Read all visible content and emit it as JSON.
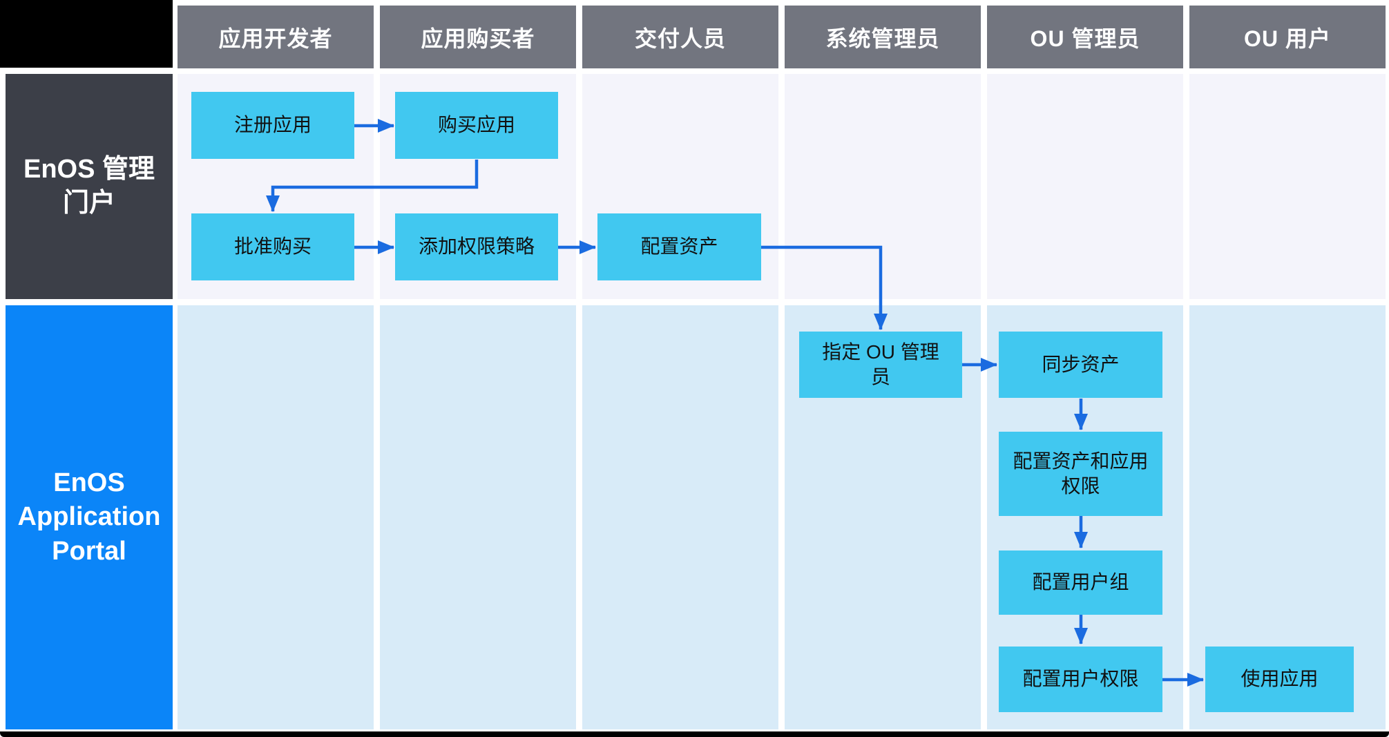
{
  "columns": [
    {
      "label": "应用开发者"
    },
    {
      "label": "应用购买者"
    },
    {
      "label": "交付人员"
    },
    {
      "label": "系统管理员"
    },
    {
      "label": "OU 管理员"
    },
    {
      "label": "OU 用户"
    }
  ],
  "rows": [
    {
      "label": "EnOS 管理\n门户"
    },
    {
      "label": "EnOS\nApplication\nPortal"
    }
  ],
  "nodes": [
    {
      "id": "register-app",
      "label": "注册应用"
    },
    {
      "id": "purchase-app",
      "label": "购买应用"
    },
    {
      "id": "approve-purchase",
      "label": "批准购买"
    },
    {
      "id": "add-permission-policy",
      "label": "添加权限策略"
    },
    {
      "id": "configure-assets",
      "label": "配置资产"
    },
    {
      "id": "assign-ou-admin",
      "label": "指定 OU 管理\n员"
    },
    {
      "id": "sync-assets",
      "label": "同步资产"
    },
    {
      "id": "configure-asset-app-permissions",
      "label": "配置资产和应用\n权限"
    },
    {
      "id": "configure-user-group",
      "label": "配置用户组"
    },
    {
      "id": "configure-user-permissions",
      "label": "配置用户权限"
    },
    {
      "id": "use-app",
      "label": "使用应用"
    }
  ],
  "edges": [
    {
      "from": "register-app",
      "to": "purchase-app"
    },
    {
      "from": "purchase-app",
      "to": "approve-purchase"
    },
    {
      "from": "approve-purchase",
      "to": "add-permission-policy"
    },
    {
      "from": "add-permission-policy",
      "to": "configure-assets"
    },
    {
      "from": "configure-assets",
      "to": "assign-ou-admin"
    },
    {
      "from": "assign-ou-admin",
      "to": "sync-assets"
    },
    {
      "from": "sync-assets",
      "to": "configure-asset-app-permissions"
    },
    {
      "from": "configure-asset-app-permissions",
      "to": "configure-user-group"
    },
    {
      "from": "configure-user-group",
      "to": "configure-user-permissions"
    },
    {
      "from": "configure-user-permissions",
      "to": "use-app"
    }
  ],
  "colors": {
    "corner_bg": "#000000",
    "header_bg": "#72757F",
    "header_text": "#FFFFFF",
    "row1_label_bg": "#3C3F48",
    "row2_label_bg": "#0B85F8",
    "row_label_text": "#FFFFFF",
    "lane1_cell_bg": "#F4F4FB",
    "lane2_cell_bg": "#D8EBF8",
    "node_bg": "#41C8F0",
    "node_text": "#111111",
    "arrow": "#1A6BE0"
  }
}
